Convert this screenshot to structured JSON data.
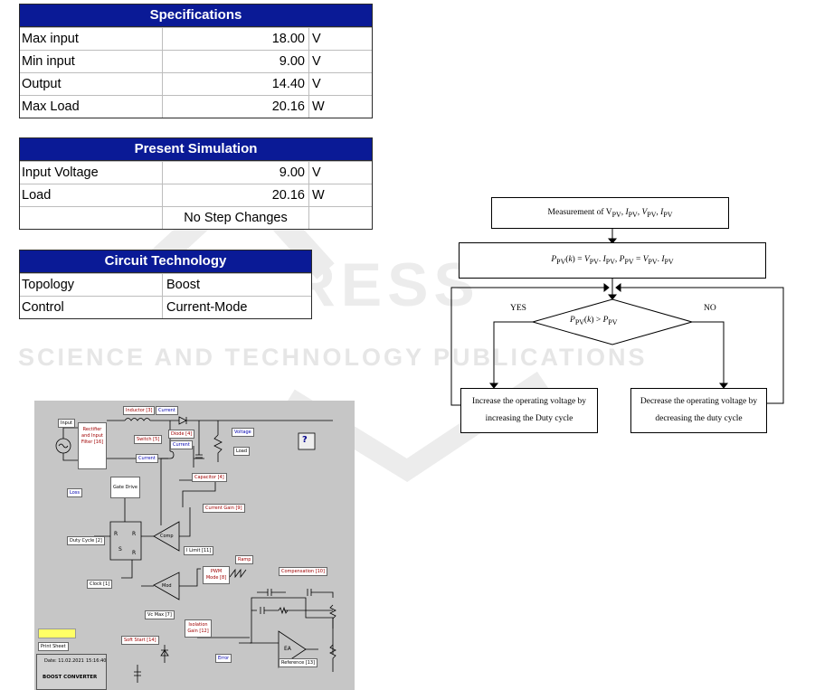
{
  "specifications": {
    "title": "Specifications",
    "rows": [
      {
        "label": "Max input",
        "value": "18.00",
        "unit": "V"
      },
      {
        "label": "Min input",
        "value": "9.00",
        "unit": "V"
      },
      {
        "label": "Output",
        "value": "14.40",
        "unit": "V"
      },
      {
        "label": "Max Load",
        "value": "20.16",
        "unit": "W"
      }
    ]
  },
  "present_simulation": {
    "title": "Present Simulation",
    "rows": [
      {
        "label": "Input Voltage",
        "value": "9.00",
        "unit": "V"
      },
      {
        "label": "Load",
        "value": "20.16",
        "unit": "W"
      }
    ],
    "note": "No Step Changes"
  },
  "circuit_technology": {
    "title": "Circuit Technology",
    "rows": [
      {
        "label": "Topology",
        "value": "Boost"
      },
      {
        "label": "Control",
        "value": "Current-Mode"
      }
    ]
  },
  "watermark": {
    "line2": "SCIENCE AND TECHNOLOGY PUBLICATIONS"
  },
  "schematic": {
    "labels": {
      "input": "Input",
      "rectifier": "Rectifier and Input Filter [16]",
      "inductor": "Inductor [3]",
      "current_top": "Current",
      "diode": "Diode [4]",
      "voltage": "Voltage",
      "load": "Load",
      "help": "?",
      "switch": "Switch [5]",
      "current_mid": "Current",
      "current_low": "Current",
      "capacitor": "Capacitor [4]",
      "loss": "Loss",
      "gate_drive": "Gate Drive",
      "current_gain": "Current Gain [9]",
      "duty_cycle": "Duty Cycle [2]",
      "comp": "Comp",
      "ilimit": "I Limit [11]",
      "ramp": "Ramp",
      "pwm_mode": "PWM Mode [8]",
      "compensation": "Compensation [10]",
      "clock": "Clock [1]",
      "mod": "Mod",
      "vc_max": "Vc Max [7]",
      "isolation_gain": "Isolation Gain [12]",
      "soft_start": "Soft Start [14]",
      "error": "Error",
      "reference": "Reference [13]",
      "ea": "EA",
      "print_sheet": "Print Sheet",
      "date": "Date: 11.02.2021",
      "time": "15:16:40",
      "title": "BOOST CONVERTER"
    }
  },
  "flowchart": {
    "measure": "Measurement of V",
    "power_eq": "P",
    "condition": "P",
    "yes": "YES",
    "no": "NO",
    "increase": "Increase the operating voltage by increasing the Duty cycle",
    "decrease": "Decrease the operating voltage by decreasing the duty cycle"
  }
}
